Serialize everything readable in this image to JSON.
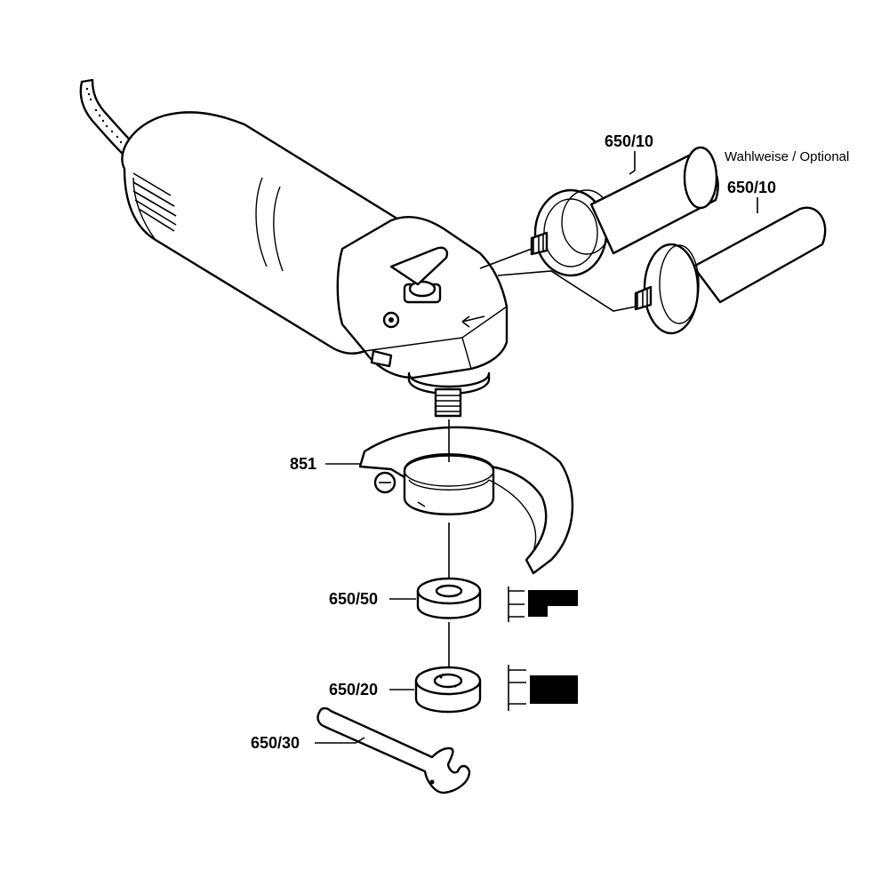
{
  "labels": {
    "handle_top": "650/10",
    "handle_bottom": "650/10",
    "optional_note": "Wahlweise / Optional",
    "guard": "851",
    "flange": "650/50",
    "nut": "650/20",
    "spanner": "650/30"
  },
  "colors": {
    "ink": "#000000",
    "paper": "#ffffff"
  }
}
